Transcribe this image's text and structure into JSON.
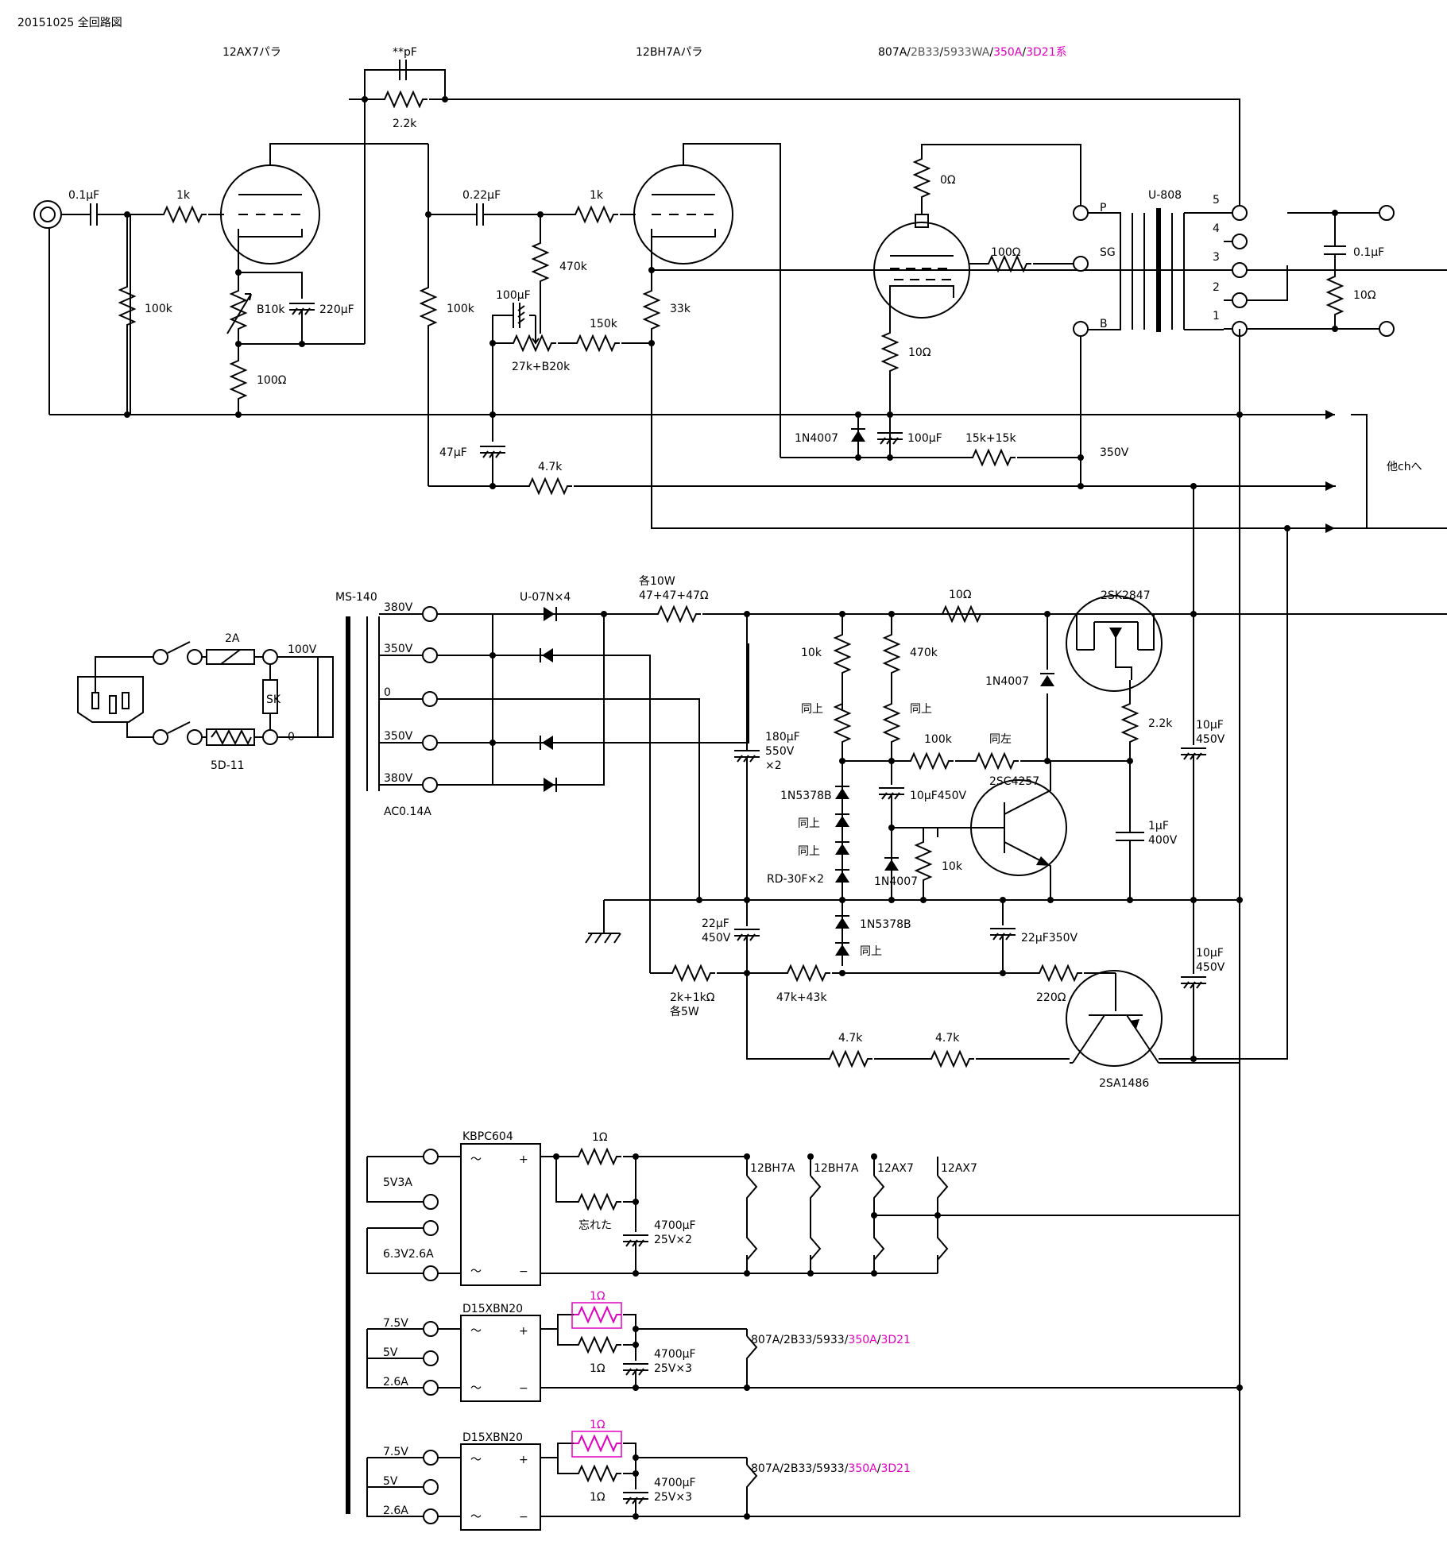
{
  "header": {
    "title": "20151025 全回路図"
  },
  "stages": {
    "stage1": "12AX7パラ",
    "stage2": "12BH7Aパラ",
    "output_prefix": "807A/",
    "output_tubes": [
      {
        "text": "2B33",
        "color": "#555555"
      },
      {
        "text": "/",
        "color": "#000000"
      },
      {
        "text": "5933WA",
        "color": "#555555"
      },
      {
        "text": "/",
        "color": "#000000"
      },
      {
        "text": "350A",
        "color": "#e000c0"
      },
      {
        "text": "/",
        "color": "#000000"
      },
      {
        "text": "3D21",
        "color": "#e000c0"
      },
      {
        "text": "系",
        "color": "#e000c0"
      }
    ]
  },
  "amp": {
    "nfb_cap": "**pF",
    "nfb_res": "2.2k",
    "in_cap": "0.1μF",
    "in_res": "1k",
    "in_leak": "100k",
    "cathode_vr": "B10k",
    "cathode_cap": "220μF",
    "cathode_res": "100Ω",
    "plate1_res": "100k",
    "coupling_cap": "0.22μF",
    "grid2_res": "1k",
    "r470k": "470k",
    "c100uf": "100μF",
    "r150k": "150k",
    "vr27k": "27k+B20k",
    "r33k": "33k",
    "r0": "0Ω",
    "sg_res": "100Ω",
    "k_res": "10Ω",
    "diode_k": "1N4007",
    "ck_cap": "100μF",
    "r15k": "15k+15k",
    "b_volt": "350V",
    "c47": "47μF",
    "r4k7": "4.7k",
    "transformer": "U-808",
    "p": "P",
    "sg": "SG",
    "b": "B",
    "taps": [
      "5",
      "4",
      "3",
      "2",
      "1"
    ],
    "zobel_c": "0.1μF",
    "zobel_r": "10Ω",
    "other_ch": "他chへ"
  },
  "psu": {
    "pt": "MS-140",
    "taps": [
      "380V",
      "350V",
      "0",
      "350V",
      "380V"
    ],
    "ac": "AC0.14A",
    "fuse": "2A",
    "switch_out": "100V",
    "zero": "0",
    "sk": "SK",
    "thermistor": "5D-11",
    "rect": "U-07N×4",
    "each10w": "各10W",
    "rser": "47+47+47Ω",
    "c180": "180μF",
    "c180v": "550V",
    "c180n": "×2",
    "r10": "10Ω",
    "fet": "2SK2847",
    "r10k": "10k",
    "r470": "470k",
    "same": "同上",
    "d1n4007": "1N4007",
    "r22": "2.2k",
    "c10a": "10μF",
    "c10av": "450V",
    "r100k": "100k",
    "sameleft": "同左",
    "zener": "1N5378B",
    "c10f": "10μF450V",
    "tr": "2SC4257",
    "c1": "1μF",
    "c1v": "400V",
    "rd30": "RD-30F×2",
    "r10k2": "10k",
    "c22": "22μF",
    "c22v": "450V",
    "c22b": "22μF350V",
    "r2k1": "2k+1kΩ",
    "r2k1b": "各5W",
    "r47k": "47k+43k",
    "r220": "220Ω",
    "c10b": "10μF",
    "c10bv": "450V",
    "r4k7a": "4.7k",
    "r4k7b": "4.7k",
    "pnp": "2SA1486"
  },
  "heater": {
    "b1": {
      "bridge": "KBPC604",
      "v1": "5V3A",
      "v2": "6.3V2.6A",
      "r1": "1Ω",
      "r2": "忘れた",
      "cap": "4700μF",
      "capv": "25V×2",
      "loads": [
        "12BH7A",
        "12BH7A",
        "12AX7",
        "12AX7"
      ]
    },
    "b2": {
      "bridge": "D15XBN20",
      "v1": "7.5V",
      "v2": "5V",
      "v3": "2.6A",
      "rmag": "1Ω",
      "r": "1Ω",
      "cap": "4700μF",
      "capv": "25V×3"
    },
    "b3": {
      "bridge": "D15XBN20",
      "v1": "7.5V",
      "v2": "5V",
      "v3": "2.6A",
      "rmag": "1Ω",
      "r": "1Ω",
      "cap": "4700μF",
      "capv": "25V×3"
    },
    "load_prefix": "807A/2B33/5933/",
    "load_350a": "350A",
    "load_slash": "/",
    "load_3d21": "3D21",
    "plus": "+",
    "minus": "−",
    "ac_sym": "〜"
  },
  "colors": {
    "line": "#000000",
    "accent": "#e000c0",
    "muted": "#555555"
  }
}
